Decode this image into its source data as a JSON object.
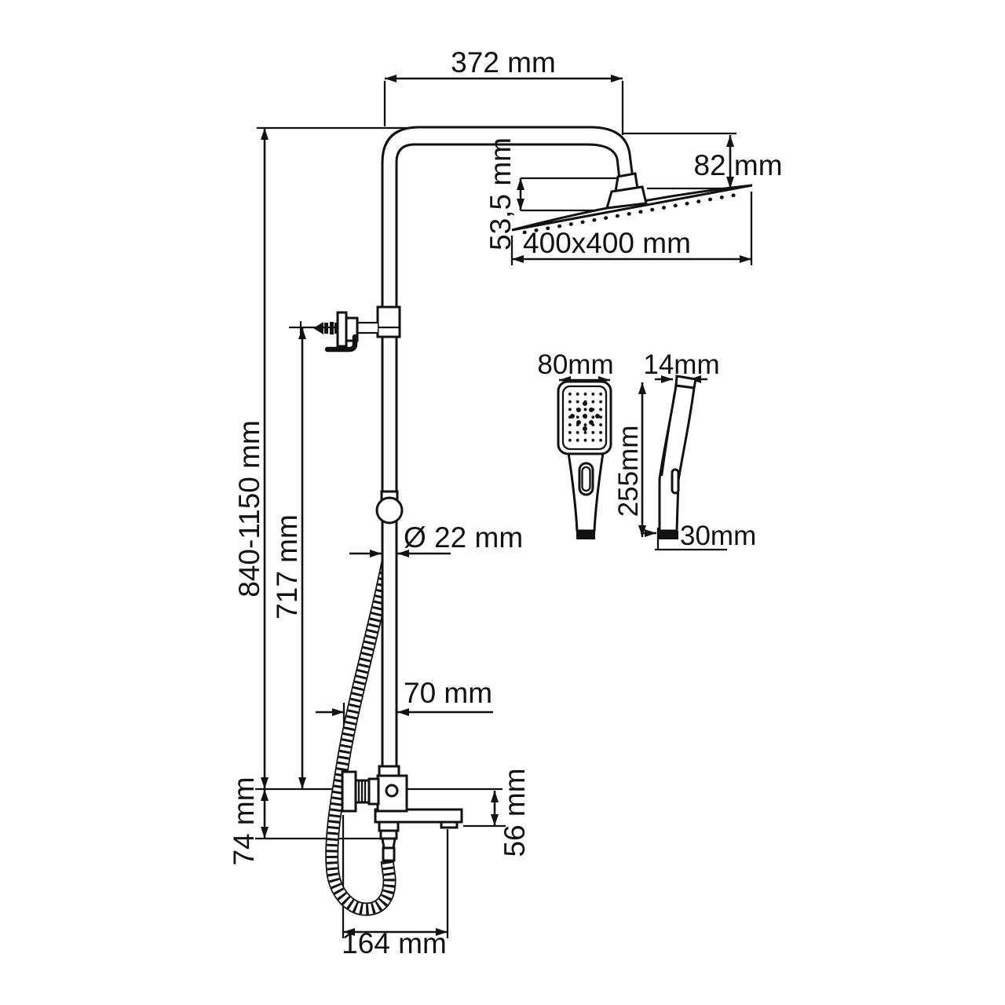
{
  "drawing": {
    "labels": {
      "arm_width": "372 mm",
      "head_drop": "82 mm",
      "head_offset": "53,5 mm",
      "head_size": "400x400 mm",
      "column_height": "840-1150 mm",
      "bracket_height": "717 mm",
      "pipe_diameter": "Ø 22 mm",
      "valve_offset": "70 mm",
      "valve_drop": "74 mm",
      "spout_drop": "56 mm",
      "spout_reach": "164 mm",
      "handshower_width": "80mm",
      "handshower_thickness": "14mm",
      "handshower_length": "255mm",
      "handshower_bottom_width": "30mm"
    },
    "colors": {
      "line": "#111111",
      "background": "#ffffff"
    }
  }
}
